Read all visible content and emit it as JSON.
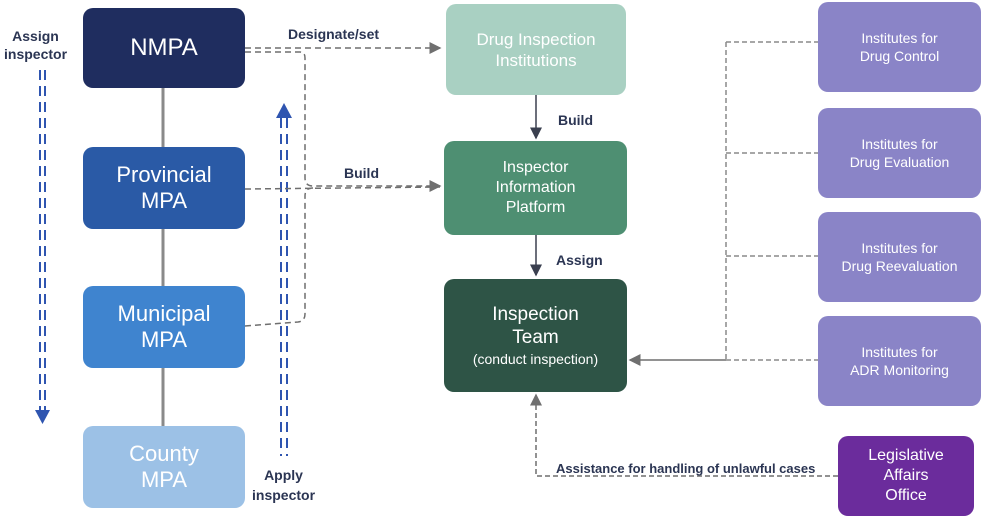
{
  "nodes": {
    "nmpa": "NMPA",
    "provincial": [
      "Provincial",
      "MPA"
    ],
    "municipal": [
      "Municipal",
      "MPA"
    ],
    "county": [
      "County",
      "MPA"
    ],
    "drug_inspection": [
      "Drug Inspection",
      "Institutions"
    ],
    "platform": [
      "Inspector",
      "Information",
      "Platform"
    ],
    "team": [
      "Inspection",
      "Team",
      "(conduct inspection)"
    ],
    "drug_control": [
      "Institutes for",
      "Drug Control"
    ],
    "drug_evaluation": [
      "Institutes for",
      "Drug Evaluation"
    ],
    "drug_reevaluation": [
      "Institutes for",
      "Drug Reevaluation"
    ],
    "adr_monitoring": [
      "Institutes for",
      "ADR Monitoring"
    ],
    "legislative": [
      "Legislative",
      "Affairs",
      "Office"
    ]
  },
  "edges": {
    "assign_inspector": [
      "Assign",
      "inspector"
    ],
    "designate": "Designate/set",
    "build_top": "Build",
    "build_mid": "Build",
    "assign": "Assign",
    "apply_inspector": [
      "Apply",
      "inspector"
    ],
    "assistance": "Assistance for handling of unlawful cases"
  },
  "colors": {
    "nmpa": "#1f2d5f",
    "provincial": "#2a5aa6",
    "municipal": "#3f84cf",
    "county": "#9cc1e6",
    "drug_inspection": "#a9d0c2",
    "platform": "#4e8f72",
    "team": "#2e5446",
    "institutes": "#8a84c7",
    "legislative": "#6b2c9c",
    "label": "#2b3553",
    "arrow_blue": "#2f55b0",
    "line_grey": "#8a8a8a"
  }
}
